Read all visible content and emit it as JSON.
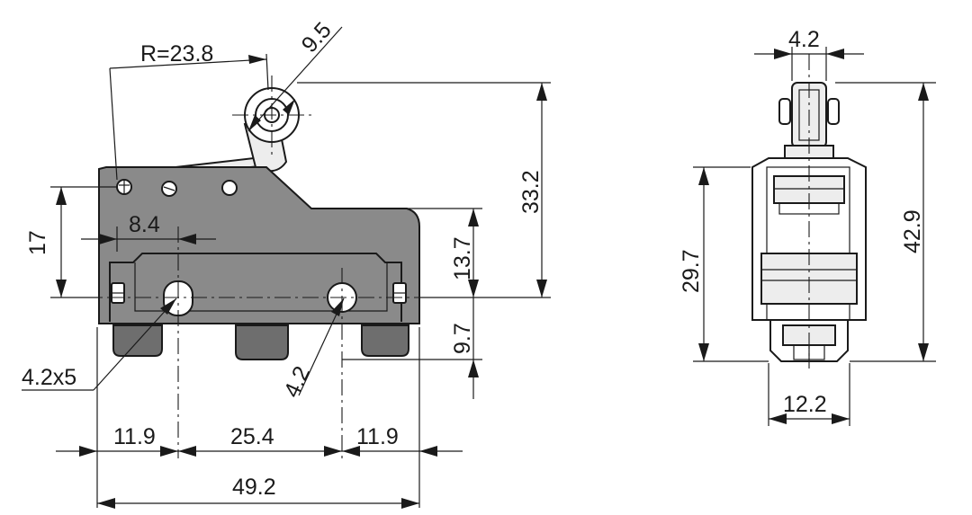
{
  "dimensions": {
    "radius": "R=23.8",
    "roller_diameter": "9.5",
    "overall_height": "33.2",
    "hole_height": "17",
    "hole_offset": "8.4",
    "mount_height": "13.7",
    "terminal_height": "9.7",
    "slot_hole": "4.2x5",
    "round_hole": "4.2",
    "left_edge": "11.9",
    "hole_spacing": "25.4",
    "right_edge": "11.9",
    "overall_length": "49.2",
    "roller_width": "4.2",
    "side_height": "29.7",
    "side_total_height": "42.9",
    "side_width": "12.2"
  }
}
